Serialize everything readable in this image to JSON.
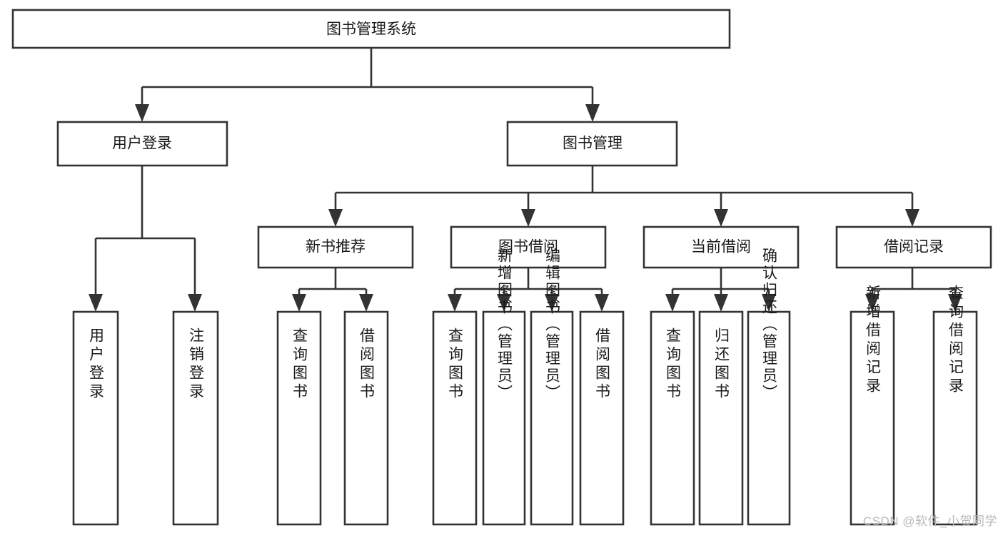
{
  "diagram": {
    "type": "hierarchy-tree",
    "title": "图书管理系统",
    "watermark": "CSDN @软件_小贺同学",
    "colors": {
      "background": "#ffffff",
      "box_fill": "#ffffff",
      "box_stroke": "#333333",
      "text": "#1a1a1a",
      "watermark": "#b9b9b9"
    },
    "levels": [
      {
        "level": 1,
        "nodes": [
          {
            "id": "root",
            "label": "图书管理系统",
            "orientation": "horizontal"
          }
        ]
      },
      {
        "level": 2,
        "nodes": [
          {
            "id": "user-login",
            "label": "用户登录",
            "orientation": "horizontal",
            "parent": "root"
          },
          {
            "id": "book-manage",
            "label": "图书管理",
            "orientation": "horizontal",
            "parent": "root"
          }
        ]
      },
      {
        "level": 3,
        "nodes": [
          {
            "id": "new-book-rec",
            "label": "新书推荐",
            "orientation": "horizontal",
            "parent": "book-manage"
          },
          {
            "id": "book-borrow",
            "label": "图书借阅",
            "orientation": "horizontal",
            "parent": "book-manage"
          },
          {
            "id": "current-borrow",
            "label": "当前借阅",
            "orientation": "horizontal",
            "parent": "book-manage"
          },
          {
            "id": "borrow-record",
            "label": "借阅记录",
            "orientation": "horizontal",
            "parent": "book-manage"
          }
        ]
      },
      {
        "level": 4,
        "nodes": [
          {
            "id": "leaf-user-login",
            "label": "用户登录",
            "orientation": "vertical",
            "parent": "user-login"
          },
          {
            "id": "leaf-logout",
            "label": "注销登录",
            "orientation": "vertical",
            "parent": "user-login"
          },
          {
            "id": "leaf-query-book-1",
            "label": "查询图书",
            "orientation": "vertical",
            "parent": "new-book-rec"
          },
          {
            "id": "leaf-borrow-book-1",
            "label": "借阅图书",
            "orientation": "vertical",
            "parent": "new-book-rec"
          },
          {
            "id": "leaf-query-book-2",
            "label": "查询图书",
            "orientation": "vertical",
            "parent": "book-borrow"
          },
          {
            "id": "leaf-add-book",
            "label": "新增图书（管理员）",
            "orientation": "vertical",
            "parent": "book-borrow"
          },
          {
            "id": "leaf-edit-book",
            "label": "编辑图书（管理员）",
            "orientation": "vertical",
            "parent": "book-borrow"
          },
          {
            "id": "leaf-borrow-book-2",
            "label": "借阅图书",
            "orientation": "vertical",
            "parent": "book-borrow"
          },
          {
            "id": "leaf-query-book-3",
            "label": "查询图书",
            "orientation": "vertical",
            "parent": "current-borrow"
          },
          {
            "id": "leaf-return-book",
            "label": "归还图书",
            "orientation": "vertical",
            "parent": "current-borrow"
          },
          {
            "id": "leaf-confirm-return",
            "label": "确认归还（管理员）",
            "orientation": "vertical",
            "parent": "current-borrow"
          },
          {
            "id": "leaf-add-record",
            "label": "新增借阅记录",
            "orientation": "vertical",
            "parent": "borrow-record"
          },
          {
            "id": "leaf-query-record",
            "label": "查询借阅记录",
            "orientation": "vertical",
            "parent": "borrow-record"
          }
        ]
      }
    ]
  }
}
